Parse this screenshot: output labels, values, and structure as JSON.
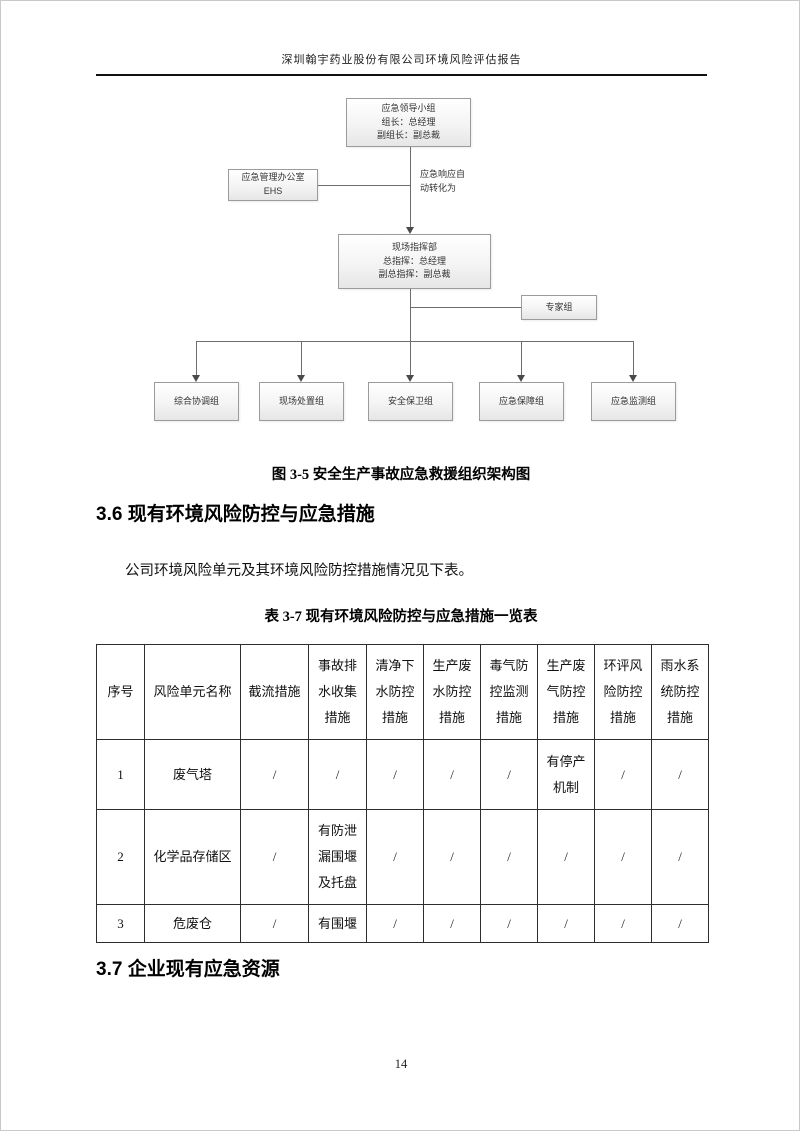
{
  "header": {
    "title": "深圳翰宇药业股份有限公司环境风险评估报告"
  },
  "flowchart": {
    "leader_box": {
      "lines": [
        "应急领导小组",
        "组长：总经理",
        "副组长：副总裁"
      ]
    },
    "office_box": {
      "lines": [
        "应急管理办公室",
        "EHS"
      ]
    },
    "transition_label": {
      "lines": [
        "应急响应自",
        "动转化为"
      ]
    },
    "command_box": {
      "lines": [
        "现场指挥部",
        "总指挥：总经理",
        "副总指挥：副总裁"
      ]
    },
    "expert_box": {
      "label": "专家组"
    },
    "teams": [
      "综合协调组",
      "现场处置组",
      "安全保卫组",
      "应急保障组",
      "应急监测组"
    ]
  },
  "figure": {
    "caption": "图 3-5 安全生产事故应急救援组织架构图"
  },
  "section_36": {
    "heading": "3.6 现有环境风险防控与应急措施",
    "paragraph": "公司环境风险单元及其环境风险防控措施情况见下表。"
  },
  "table": {
    "caption": "表 3-7 现有环境风险防控与应急措施一览表",
    "headers": [
      "序号",
      "风险单元名称",
      "截流措施",
      "事故排水收集措施",
      "清净下水防控措施",
      "生产废水防控措施",
      "毒气防控监测措施",
      "生产废气防控措施",
      "环评风险防控措施",
      "雨水系统防控措施"
    ],
    "rows": [
      [
        "1",
        "废气塔",
        "/",
        "/",
        "/",
        "/",
        "/",
        "有停产机制",
        "/",
        "/"
      ],
      [
        "2",
        "化学品存储区",
        "/",
        "有防泄漏围堰及托盘",
        "/",
        "/",
        "/",
        "/",
        "/",
        "/"
      ],
      [
        "3",
        "危废仓",
        "/",
        "有围堰",
        "/",
        "/",
        "/",
        "/",
        "/",
        "/"
      ]
    ]
  },
  "section_37": {
    "heading": "3.7 企业现有应急资源"
  },
  "footer": {
    "page_number": "14"
  }
}
